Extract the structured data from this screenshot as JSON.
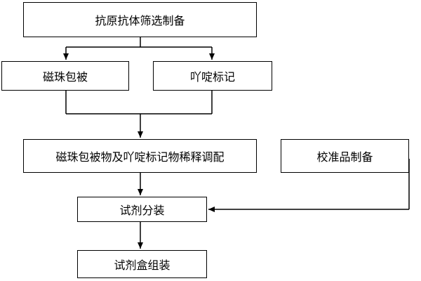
{
  "flowchart": {
    "nodes": {
      "antibody_screening": "抗原抗体筛选制备",
      "bead_coating": "磁珠包被",
      "acridine_labeling": "吖啶标记",
      "dilution_prep": "磁珠包被物及吖啶标记物稀释调配",
      "calibrator_prep": "校准品制备",
      "reagent_dispensing": "试剂分装",
      "kit_assembly": "试剂盒组装"
    }
  },
  "colors": {
    "line": "#000000",
    "box_border": "#000000",
    "text": "#000000",
    "background": "#ffffff"
  }
}
